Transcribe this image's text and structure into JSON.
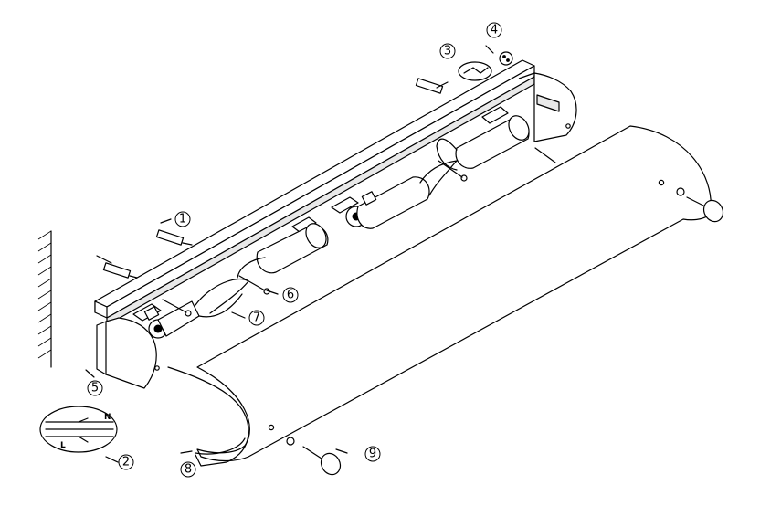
{
  "callouts": [
    {
      "id": "1",
      "label": "1"
    },
    {
      "id": "2",
      "label": "2"
    },
    {
      "id": "3",
      "label": "3"
    },
    {
      "id": "4",
      "label": "4"
    },
    {
      "id": "5",
      "label": "5"
    },
    {
      "id": "6",
      "label": "6"
    },
    {
      "id": "7",
      "label": "7"
    },
    {
      "id": "8",
      "label": "8"
    },
    {
      "id": "9",
      "label": "9"
    }
  ],
  "wiring_labels": {
    "neutral": "N",
    "live": "L"
  },
  "colors": {
    "line": "#000000",
    "background": "#ffffff",
    "shade": "#e9e9e9"
  }
}
